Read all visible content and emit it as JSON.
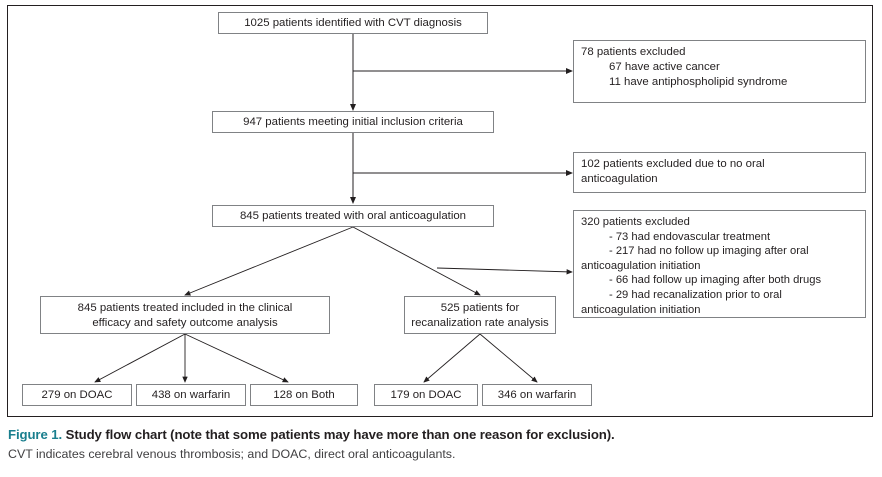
{
  "figure": {
    "label": "Figure 1.",
    "title": "Study flow chart (note that some patients may have more than one reason for exclusion).",
    "note": "CVT indicates cerebral venous thrombosis; and DOAC, direct oral anticoagulants.",
    "accent_color": "#1a7f8e",
    "box_border_color": "#808285",
    "frame_border_color": "#231f20",
    "text_color": "#231f20"
  },
  "chart_data": {
    "type": "diagram",
    "diagram_kind": "study-flow-chart",
    "nodes": [
      {
        "id": "identified",
        "text": "1025 patients identified with CVT diagnosis",
        "count": 1025
      },
      {
        "id": "inclusion",
        "text": "947 patients meeting initial inclusion criteria",
        "count": 947
      },
      {
        "id": "treated",
        "text": "845 patients treated with oral anticoagulation",
        "count": 845
      },
      {
        "id": "efficacy",
        "text": "845 patients treated included in the clinical efficacy and safety outcome analysis",
        "count": 845
      },
      {
        "id": "recanalization",
        "text": "525 patients for recanalization rate analysis",
        "count": 525
      },
      {
        "id": "excl1",
        "text": "78 patients excluded",
        "count": 78
      },
      {
        "id": "excl2",
        "text": "102 patients excluded due to no oral anticoagulation",
        "count": 102
      },
      {
        "id": "excl3",
        "text": "320 patients excluded",
        "count": 320
      },
      {
        "id": "doac1",
        "text": "279 on DOAC",
        "count": 279
      },
      {
        "id": "warfarin1",
        "text": "438 on warfarin",
        "count": 438
      },
      {
        "id": "both",
        "text": "128 on Both",
        "count": 128
      },
      {
        "id": "doac2",
        "text": "179 on DOAC",
        "count": 179
      },
      {
        "id": "warfarin2",
        "text": "346 on warfarin",
        "count": 346
      }
    ],
    "edges": [
      {
        "from": "identified",
        "to": "inclusion"
      },
      {
        "from": "identified",
        "to": "excl1"
      },
      {
        "from": "inclusion",
        "to": "treated"
      },
      {
        "from": "inclusion",
        "to": "excl2"
      },
      {
        "from": "treated",
        "to": "efficacy"
      },
      {
        "from": "treated",
        "to": "recanalization"
      },
      {
        "from": "treated",
        "to": "excl3"
      },
      {
        "from": "efficacy",
        "to": "doac1"
      },
      {
        "from": "efficacy",
        "to": "warfarin1"
      },
      {
        "from": "efficacy",
        "to": "both"
      },
      {
        "from": "recanalization",
        "to": "doac2"
      },
      {
        "from": "recanalization",
        "to": "warfarin2"
      }
    ]
  },
  "boxes": {
    "identified": {
      "text": "1025 patients identified with CVT diagnosis"
    },
    "inclusion": {
      "text": "947 patients meeting initial inclusion criteria"
    },
    "treated": {
      "text": "845 patients treated with oral anticoagulation"
    },
    "efficacy": {
      "line1": "845 patients treated included in the clinical",
      "line2": "efficacy and safety outcome analysis"
    },
    "recanalization": {
      "line1": "525 patients for",
      "line2": "recanalization rate analysis"
    },
    "excluded_1": {
      "line1": "78 patients excluded",
      "line2": "67 have active cancer",
      "line3": "11 have antiphospholipid syndrome"
    },
    "excluded_2": {
      "line1": "102 patients excluded due to no oral",
      "line2": "anticoagulation"
    },
    "excluded_3": {
      "line1": "320 patients excluded",
      "line2": "- 73 had endovascular treatment",
      "line3": "- 217 had no follow up imaging after oral",
      "line4": "anticoagulation initiation",
      "line5": "- 66 had follow up imaging after both drugs",
      "line6": "- 29 had recanalization prior to oral",
      "line7": "anticoagulation initiation"
    },
    "doac_1": {
      "text": "279 on DOAC"
    },
    "warfarin_1": {
      "text": "438 on warfarin"
    },
    "both": {
      "text": "128 on Both"
    },
    "doac_2": {
      "text": "179 on DOAC"
    },
    "warfarin_2": {
      "text": "346 on warfarin"
    }
  }
}
